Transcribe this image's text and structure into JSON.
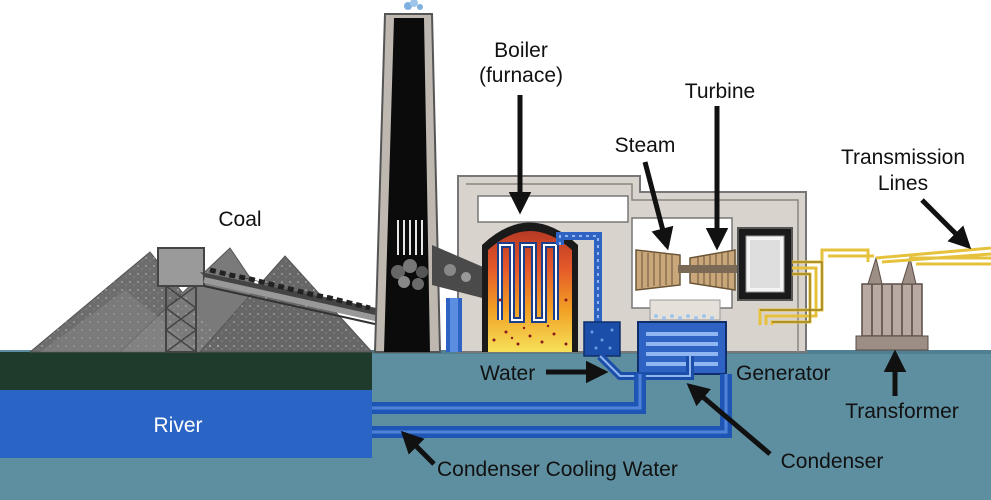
{
  "labels": {
    "coal": "Coal",
    "boiler_line1": "Boiler",
    "boiler_line2": "(furnace)",
    "turbine": "Turbine",
    "steam": "Steam",
    "transmission_line1": "Transmission",
    "transmission_line2": "Lines",
    "water": "Water",
    "generator": "Generator",
    "river": "River",
    "transformer": "Transformer",
    "condenser": "Condenser",
    "condenser_cooling_water": "Condenser Cooling Water"
  },
  "colors": {
    "ground": "#5e8fa0",
    "river": "#2a64c4",
    "grass": "#1f3b2b",
    "building": "#d9d3cd",
    "building_outline": "#777777",
    "coal_pile": "#6d6d6d",
    "chimney": "#0b0b0b",
    "pipe_blue": "#2e63c3",
    "power_line": "#e6c23c",
    "arrow": "#111111"
  }
}
